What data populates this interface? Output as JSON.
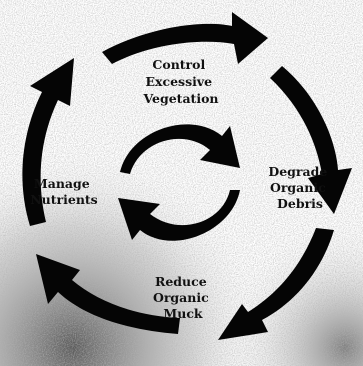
{
  "diagram": {
    "nodes": [
      {
        "id": "control",
        "lines": [
          "Control",
          "Excessive",
          "Vegetation"
        ]
      },
      {
        "id": "degrade",
        "lines": [
          "Degrade",
          "Organic",
          "Debris"
        ]
      },
      {
        "id": "reduce",
        "lines": [
          "Reduce",
          "Organic",
          "Muck"
        ]
      },
      {
        "id": "manage",
        "lines": [
          "Manage",
          "Nutrients"
        ]
      }
    ],
    "outer_cycle_direction": "clockwise",
    "inner_cycle_direction": "clockwise",
    "colors": {
      "arrow": "#050505",
      "background": "#ffffff",
      "speckle": "#b8b8b8",
      "shadow": "#5a5a5a"
    }
  }
}
